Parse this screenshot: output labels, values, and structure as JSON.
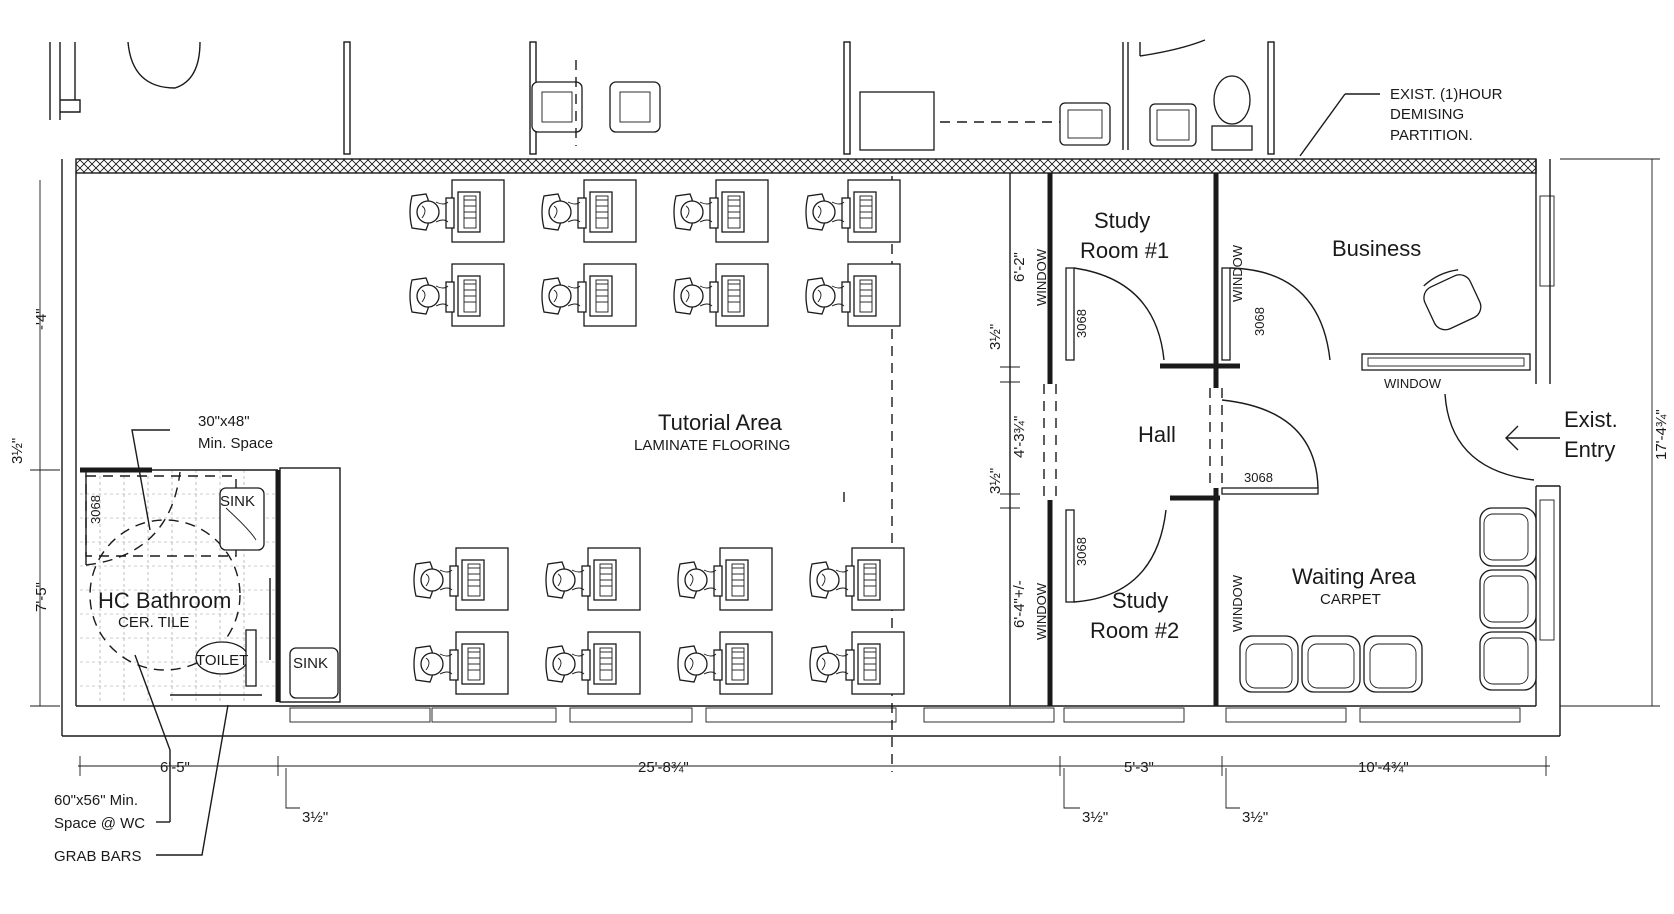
{
  "labels": {
    "demising": [
      "EXIST. (1)HOUR",
      "DEMISING",
      "PARTITION."
    ],
    "study1": [
      "Study",
      "Room #1"
    ],
    "study2": [
      "Study",
      "Room #2"
    ],
    "business": "Business",
    "hall": "Hall",
    "waiting": "Waiting Area",
    "carpet": "CARPET",
    "tutorial": "Tutorial Area",
    "laminate": "LAMINATE FLOORING",
    "hc_bathroom": "HC Bathroom",
    "cer_tile": "CER. TILE",
    "sink": "SINK",
    "toilet": "TOILET",
    "min_space": [
      "30\"x48\"",
      "Min. Space"
    ],
    "wc_space": [
      "60\"x56\" Min.",
      "Space @ WC"
    ],
    "grab_bars": "GRAB BARS",
    "entry": [
      "Exist.",
      "Entry"
    ],
    "window": "WINDOW",
    "door": "3068"
  },
  "dimensions": {
    "d_6_5": "6'-5\"",
    "d_25_8": "25'-8¾\"",
    "d_5_3": "5'-3\"",
    "d_10_4": "10'-4¾\"",
    "d_3_5": "3½\"",
    "d_6_2": "6'-2\"",
    "d_4_3": "4'-3¾\"",
    "d_6_4": "6'-4\"+/-",
    "d_7_5": "7'-5\"",
    "d_17_4": "17'-4¾\"",
    "d_left_top": "-'4\""
  }
}
